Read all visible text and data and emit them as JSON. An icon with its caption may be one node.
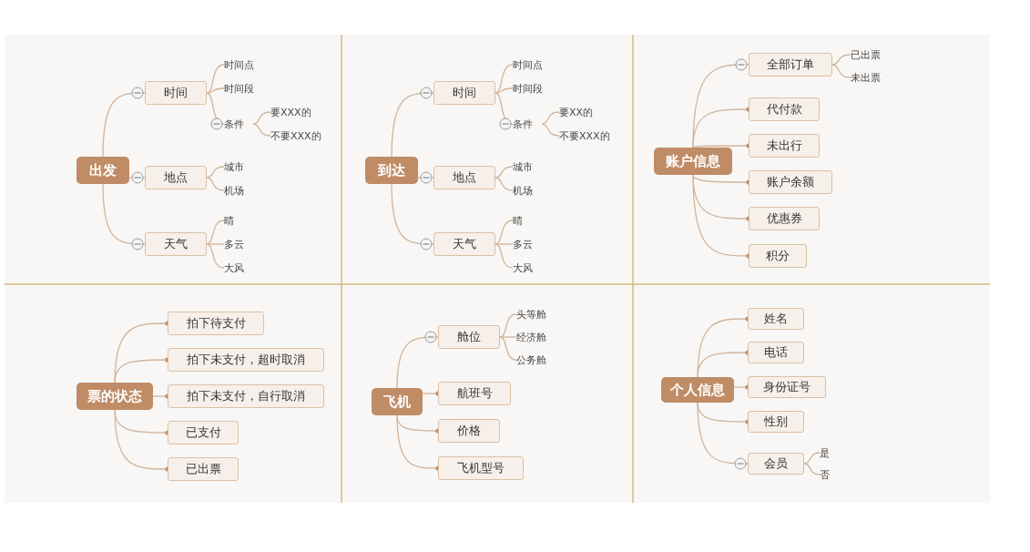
{
  "diagram": {
    "nodes": [
      {
        "text": [
          "出发"
        ]
      },
      {
        "text": [
          "时间"
        ]
      },
      {
        "text": [
          "时间点"
        ]
      },
      {
        "text": [
          "时间段"
        ]
      },
      {
        "text": [
          "条件"
        ]
      },
      {
        "text": [
          "要XXX的"
        ]
      },
      {
        "text": [
          "不要XXX的"
        ]
      },
      {
        "text": [
          "地点"
        ]
      },
      {
        "text": [
          "城市"
        ]
      },
      {
        "text": [
          "机场"
        ]
      },
      {
        "text": [
          "天气"
        ]
      },
      {
        "text": [
          "晴"
        ]
      },
      {
        "text": [
          "多云"
        ]
      },
      {
        "text": [
          "大风"
        ]
      },
      {
        "text": [
          "到达"
        ]
      },
      {
        "text": [
          "时间"
        ]
      },
      {
        "text": [
          "时间点"
        ]
      },
      {
        "text": [
          "时间段"
        ]
      },
      {
        "text": [
          "条件"
        ]
      },
      {
        "text": [
          "要XX的"
        ]
      },
      {
        "text": [
          "不要XXX的"
        ]
      },
      {
        "text": [
          "地点"
        ]
      },
      {
        "text": [
          "城市"
        ]
      },
      {
        "text": [
          "机场"
        ]
      },
      {
        "text": [
          "天气"
        ]
      },
      {
        "text": [
          "晴"
        ]
      },
      {
        "text": [
          "多云"
        ]
      },
      {
        "text": [
          "大风"
        ]
      },
      {
        "text": [
          "账户信息"
        ]
      },
      {
        "text": [
          "全部订单"
        ]
      },
      {
        "text": [
          "已出票"
        ]
      },
      {
        "text": [
          "未出票"
        ]
      },
      {
        "text": [
          "代付款"
        ]
      },
      {
        "text": [
          "未出行"
        ]
      },
      {
        "text": [
          "账户余额"
        ]
      },
      {
        "text": [
          "优惠券"
        ]
      },
      {
        "text": [
          "积分"
        ]
      },
      {
        "text": [
          "票的状态"
        ]
      },
      {
        "text": [
          "拍下待支付"
        ]
      },
      {
        "text": [
          "拍下未支付，超时取消"
        ]
      },
      {
        "text": [
          "拍下未支付，自行取消"
        ]
      },
      {
        "text": [
          "已支付"
        ]
      },
      {
        "text": [
          "已出票"
        ]
      },
      {
        "text": [
          "飞机"
        ]
      },
      {
        "text": [
          "舱位"
        ]
      },
      {
        "text": [
          "头等舱"
        ]
      },
      {
        "text": [
          "经济舱"
        ]
      },
      {
        "text": [
          "公务舱"
        ]
      },
      {
        "text": [
          "航班号"
        ]
      },
      {
        "text": [
          "价格"
        ]
      },
      {
        "text": [
          "飞机型号"
        ]
      },
      {
        "text": [
          "个人信息"
        ]
      },
      {
        "text": [
          "姓名"
        ]
      },
      {
        "text": [
          "电话"
        ]
      },
      {
        "text": [
          "身份证号"
        ]
      },
      {
        "text": [
          "性别"
        ]
      },
      {
        "text": [
          "会员"
        ]
      },
      {
        "text": [
          "是"
        ]
      },
      {
        "text": [
          "否"
        ]
      }
    ],
    "edges": [
      {
        "from": 0,
        "to": 1,
        "arrow": "none"
      },
      {
        "from": 1,
        "to": 2,
        "arrow": "none"
      },
      {
        "from": 1,
        "to": 3,
        "arrow": "none"
      },
      {
        "from": 1,
        "to": 4,
        "arrow": "none"
      },
      {
        "from": 4,
        "to": 5,
        "arrow": "none"
      },
      {
        "from": 4,
        "to": 6,
        "arrow": "none"
      },
      {
        "from": 0,
        "to": 7,
        "arrow": "none"
      },
      {
        "from": 7,
        "to": 8,
        "arrow": "none"
      },
      {
        "from": 7,
        "to": 9,
        "arrow": "none"
      },
      {
        "from": 0,
        "to": 10,
        "arrow": "none"
      },
      {
        "from": 10,
        "to": 11,
        "arrow": "none"
      },
      {
        "from": 10,
        "to": 12,
        "arrow": "none"
      },
      {
        "from": 10,
        "to": 13,
        "arrow": "none"
      },
      {
        "from": 14,
        "to": 15,
        "arrow": "none"
      },
      {
        "from": 15,
        "to": 16,
        "arrow": "none"
      },
      {
        "from": 15,
        "to": 17,
        "arrow": "none"
      },
      {
        "from": 15,
        "to": 18,
        "arrow": "none"
      },
      {
        "from": 18,
        "to": 19,
        "arrow": "none"
      },
      {
        "from": 18,
        "to": 20,
        "arrow": "none"
      },
      {
        "from": 14,
        "to": 21,
        "arrow": "none"
      },
      {
        "from": 21,
        "to": 22,
        "arrow": "none"
      },
      {
        "from": 21,
        "to": 23,
        "arrow": "none"
      },
      {
        "from": 14,
        "to": 24,
        "arrow": "none"
      },
      {
        "from": 24,
        "to": 25,
        "arrow": "none"
      },
      {
        "from": 24,
        "to": 26,
        "arrow": "none"
      },
      {
        "from": 24,
        "to": 27,
        "arrow": "none"
      },
      {
        "from": 28,
        "to": 29,
        "arrow": "none"
      },
      {
        "from": 29,
        "to": 30,
        "arrow": "none"
      },
      {
        "from": 29,
        "to": 31,
        "arrow": "none"
      },
      {
        "from": 28,
        "to": 32,
        "arrow": "other"
      },
      {
        "from": 28,
        "to": 33,
        "arrow": "other"
      },
      {
        "from": 28,
        "to": 34,
        "arrow": "other"
      },
      {
        "from": 28,
        "to": 35,
        "arrow": "other"
      },
      {
        "from": 28,
        "to": 36,
        "arrow": "other"
      },
      {
        "from": 37,
        "to": 38,
        "arrow": "other"
      },
      {
        "from": 37,
        "to": 39,
        "arrow": "other"
      },
      {
        "from": 37,
        "to": 40,
        "arrow": "other"
      },
      {
        "from": 37,
        "to": 41,
        "arrow": "other"
      },
      {
        "from": 37,
        "to": 42,
        "arrow": "other"
      },
      {
        "from": 43,
        "to": 44,
        "arrow": "none"
      },
      {
        "from": 44,
        "to": 45,
        "arrow": "none"
      },
      {
        "from": 44,
        "to": 46,
        "arrow": "none"
      },
      {
        "from": 44,
        "to": 47,
        "arrow": "none"
      },
      {
        "from": 43,
        "to": 48,
        "arrow": "other"
      },
      {
        "from": 43,
        "to": 49,
        "arrow": "other"
      },
      {
        "from": 43,
        "to": 50,
        "arrow": "other"
      },
      {
        "from": 51,
        "to": 52,
        "arrow": "other"
      },
      {
        "from": 51,
        "to": 53,
        "arrow": "other"
      },
      {
        "from": 51,
        "to": 54,
        "arrow": "other"
      },
      {
        "from": 51,
        "to": 55,
        "arrow": "other"
      },
      {
        "from": 51,
        "to": 56,
        "arrow": "none"
      },
      {
        "from": 56,
        "to": 57,
        "arrow": "none"
      },
      {
        "from": 56,
        "to": 58,
        "arrow": "none"
      }
    ]
  }
}
